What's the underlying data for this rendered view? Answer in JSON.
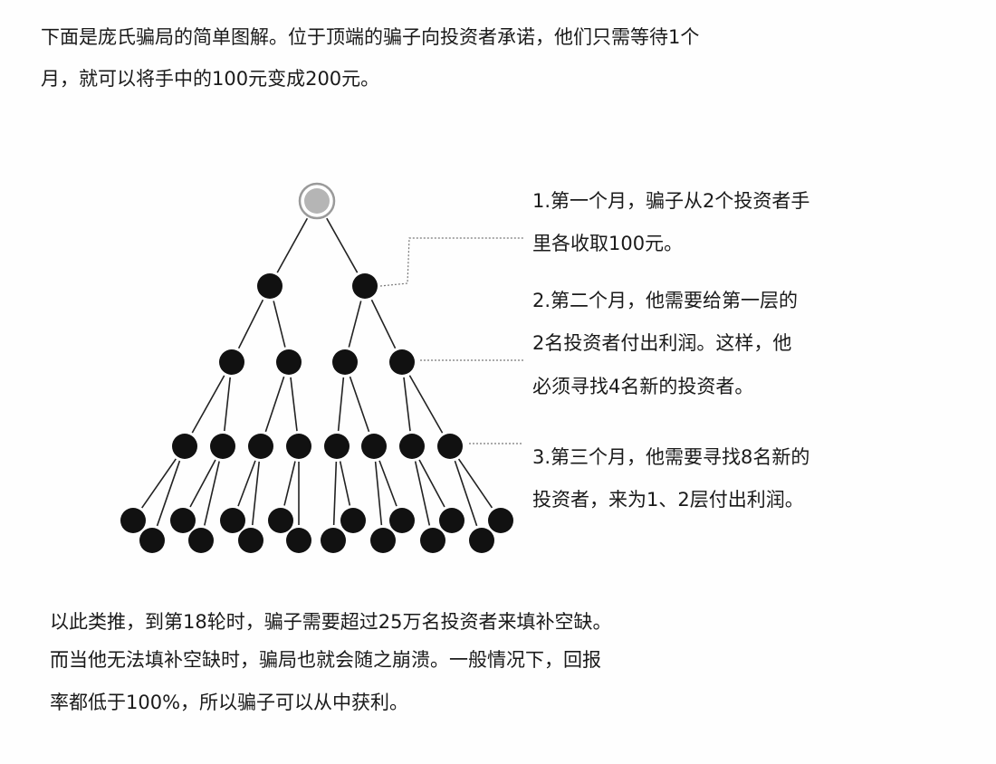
{
  "intro": {
    "line1": "下面是庞氏骗局的简单图解。位于顶端的骗子向投资者承诺，他们只需等待1个",
    "line2": "月，就可以将手中的100元变成200元。"
  },
  "steps": [
    {
      "lines": [
        "1.第一个月，骗子从2个投资者手",
        "里各收取100元。"
      ]
    },
    {
      "lines": [
        "2.第二个月，他需要给第一层的",
        "2名投资者付出利润。这样，他",
        "必须寻找4名新的投资者。"
      ]
    },
    {
      "lines": [
        "3.第三个月，他需要寻找8名新的",
        "投资者，来为1、2层付出利润。"
      ]
    }
  ],
  "conclusion": {
    "line1": "以此类推，到第18轮时，骗子需要超过25万名投资者来填补空缺。",
    "line2": "而当他无法填补空缺时，骗局也就会随之崩溃。一般情况下，回报",
    "line3": "率都低于100%，所以骗子可以从中获利。"
  },
  "pyramid": {
    "levels": [
      1,
      2,
      4,
      8,
      16
    ],
    "colors": {
      "top_fill": "#b5b5b5",
      "top_ring": "#9a9a9a",
      "node": "#111111",
      "line": "#222222",
      "leader": "#777777"
    }
  }
}
